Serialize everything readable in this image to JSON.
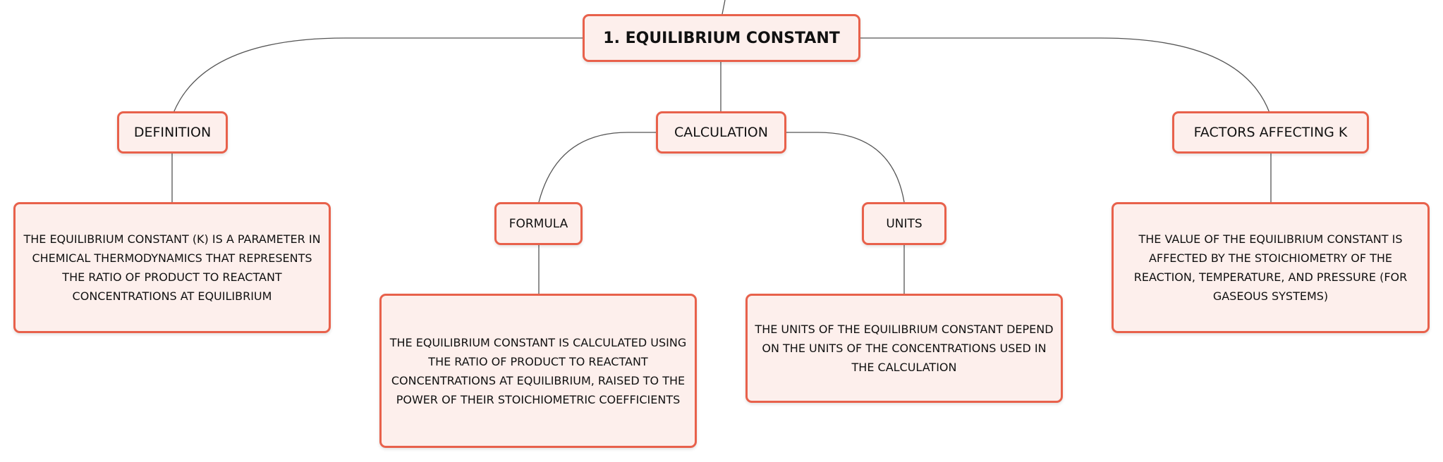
{
  "colors": {
    "node_fill": "#fdefec",
    "node_border": "#e8614b",
    "connector": "#555555"
  },
  "root": {
    "label": "1. EQUILIBRIUM CONSTANT"
  },
  "definition": {
    "label": "DEFINITION",
    "text": "THE EQUILIBRIUM CONSTANT (K) IS A PARAMETER IN CHEMICAL THERMODYNAMICS THAT REPRESENTS THE RATIO OF PRODUCT TO REACTANT CONCENTRATIONS AT EQUILIBRIUM"
  },
  "calculation": {
    "label": "CALCULATION",
    "formula": {
      "label": "FORMULA",
      "text": "THE EQUILIBRIUM CONSTANT IS CALCULATED USING THE RATIO OF PRODUCT TO REACTANT CONCENTRATIONS AT EQUILIBRIUM, RAISED TO THE POWER OF THEIR STOICHIOMETRIC COEFFICIENTS"
    },
    "units": {
      "label": "UNITS",
      "text": "THE UNITS OF THE EQUILIBRIUM CONSTANT DEPEND ON THE UNITS OF THE CONCENTRATIONS USED IN THE CALCULATION"
    }
  },
  "factors": {
    "label": "FACTORS AFFECTING K",
    "text": "THE VALUE OF THE EQUILIBRIUM CONSTANT IS AFFECTED BY THE STOICHIOMETRY OF THE REACTION, TEMPERATURE, AND PRESSURE (FOR GASEOUS SYSTEMS)"
  }
}
